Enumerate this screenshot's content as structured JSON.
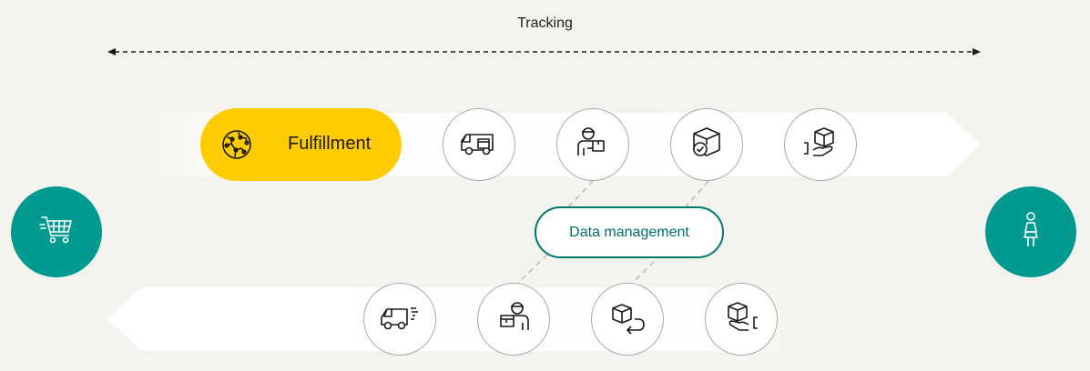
{
  "title": "Tracking",
  "fulfillment": {
    "label": "Fulfillment",
    "icon": "globe-network-icon"
  },
  "data_management": {
    "label": "Data management"
  },
  "start_node": {
    "icon": "shopping-cart-icon"
  },
  "end_node": {
    "icon": "customer-person-icon"
  },
  "outbound_steps": [
    {
      "icon": "delivery-truck-package-icon"
    },
    {
      "icon": "courier-with-package-icon"
    },
    {
      "icon": "package-check-icon"
    },
    {
      "icon": "hand-receiving-package-icon"
    }
  ],
  "return_steps": [
    {
      "icon": "fast-delivery-van-icon"
    },
    {
      "icon": "courier-returning-package-icon"
    },
    {
      "icon": "package-return-arrow-icon"
    },
    {
      "icon": "hand-giving-package-icon"
    }
  ],
  "colors": {
    "background": "#f5f3ee",
    "fulfillment_yellow": "#ffcc00",
    "teal": "#009a91",
    "data_management_border": "#00796f",
    "connector_gray": "#bcbcbc"
  }
}
